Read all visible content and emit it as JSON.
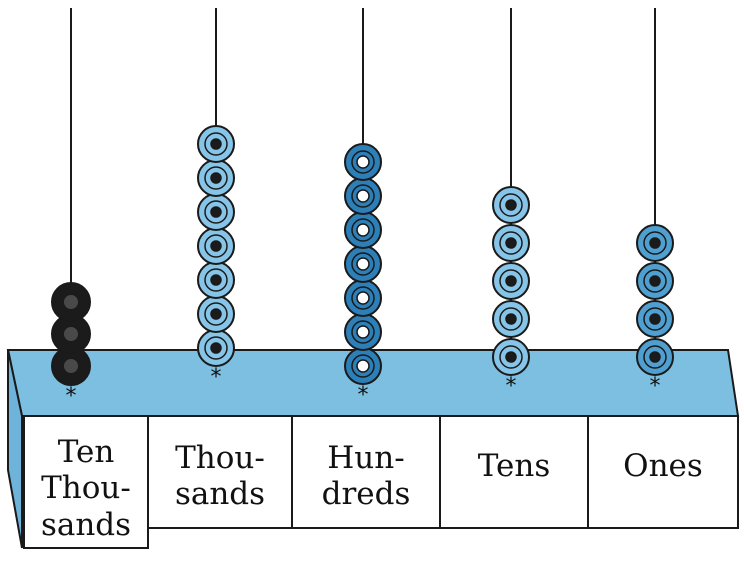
{
  "columns": [
    {
      "label_lines": [
        "Ten",
        "Thou-",
        "sands"
      ],
      "beads": 3,
      "bead_style": "black"
    },
    {
      "label_lines": [
        "Thou-",
        "sands"
      ],
      "beads": 7,
      "bead_style": "light-dark-center"
    },
    {
      "label_lines": [
        "Hun-",
        "dreds"
      ],
      "beads": 7,
      "bead_style": "dark-white-center"
    },
    {
      "label_lines": [
        "Tens"
      ],
      "beads": 5,
      "bead_style": "light-dark-center"
    },
    {
      "label_lines": [
        "Ones"
      ],
      "beads": 4,
      "bead_style": "medium-dark-center"
    }
  ],
  "colors": {
    "base_top": "#7dbfe0",
    "base_front": "#6eb3d9",
    "base_outline": "#1a1a1a",
    "bead_light": "#86c5e8",
    "bead_dark": "#2d7fb8",
    "bead_medium": "#4f9fd0",
    "bead_black": "#1b1b1b"
  }
}
